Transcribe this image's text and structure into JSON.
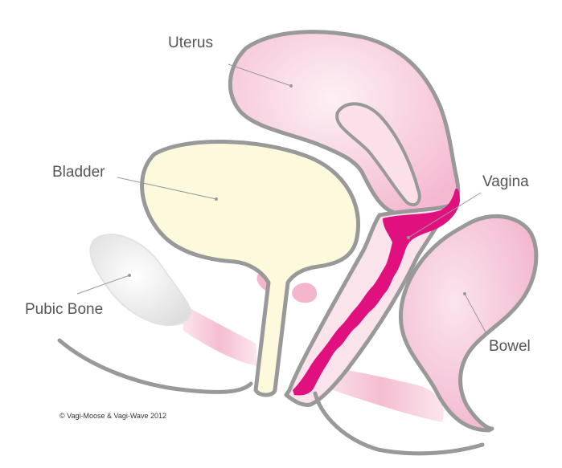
{
  "labels": {
    "uterus": "Uterus",
    "bladder": "Bladder",
    "pubic_bone": "Pubic Bone",
    "vagina": "Vagina",
    "bowel": "Bowel"
  },
  "credit": "© Vagi-Moose & Vagi-Wave 2012",
  "colors": {
    "outline": "#999999",
    "uterus_fill": "#f6c6da",
    "bladder_fill": "#fdf9dc",
    "bone_fill": "#f3f3f3",
    "soft_pink": "#f3b9cf",
    "vagina_magenta": "#e0117f",
    "bowel_fill": "#f4bfd5",
    "label_text": "#555555"
  }
}
